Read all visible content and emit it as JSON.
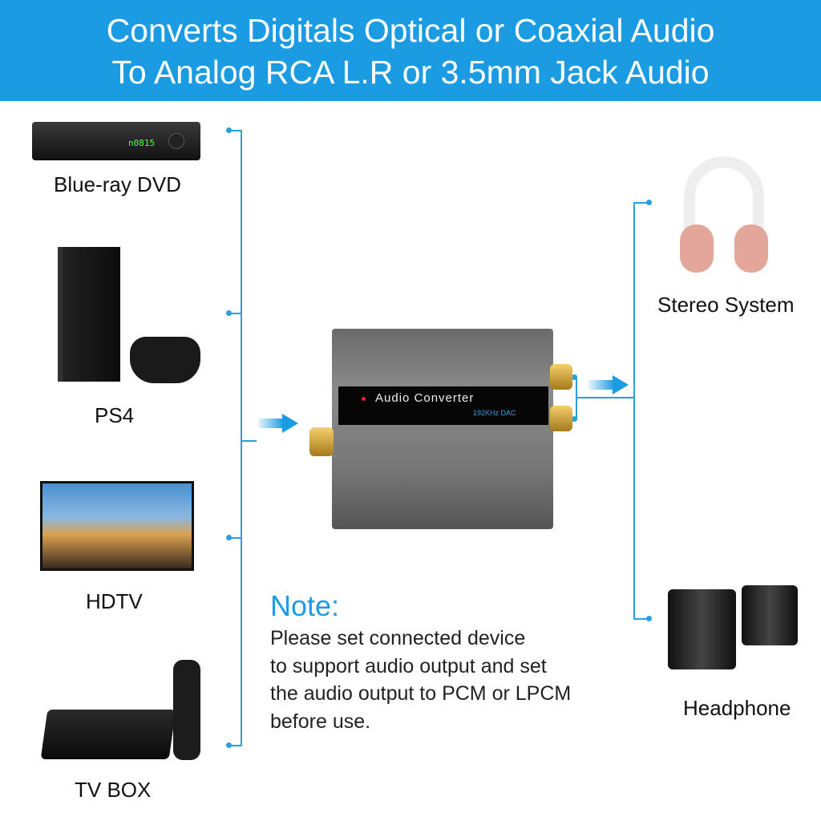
{
  "header": {
    "line1": "Converts Digitals Optical or Coaxial Audio",
    "line2": "To Analog RCA L.R or 3.5mm Jack Audio"
  },
  "inputs": [
    {
      "label": "Blue-ray DVD",
      "icon": "bluray-player-icon"
    },
    {
      "label": "PS4",
      "icon": "ps4-console-icon"
    },
    {
      "label": "HDTV",
      "icon": "tv-icon"
    },
    {
      "label": "TV BOX",
      "icon": "tv-box-icon"
    }
  ],
  "outputs": [
    {
      "label": "Stereo System",
      "icon": "headphones-icon"
    },
    {
      "label": "Headphone",
      "icon": "speakers-icon"
    }
  ],
  "converter": {
    "title": "Audio Converter",
    "subtitle": "192KHz DAC"
  },
  "note": {
    "title": "Note:",
    "lines": [
      "Please set connected device",
      "to support audio output and set",
      "the audio output to PCM or LPCM",
      "before use."
    ]
  },
  "colors": {
    "accent": "#1b9be2"
  }
}
